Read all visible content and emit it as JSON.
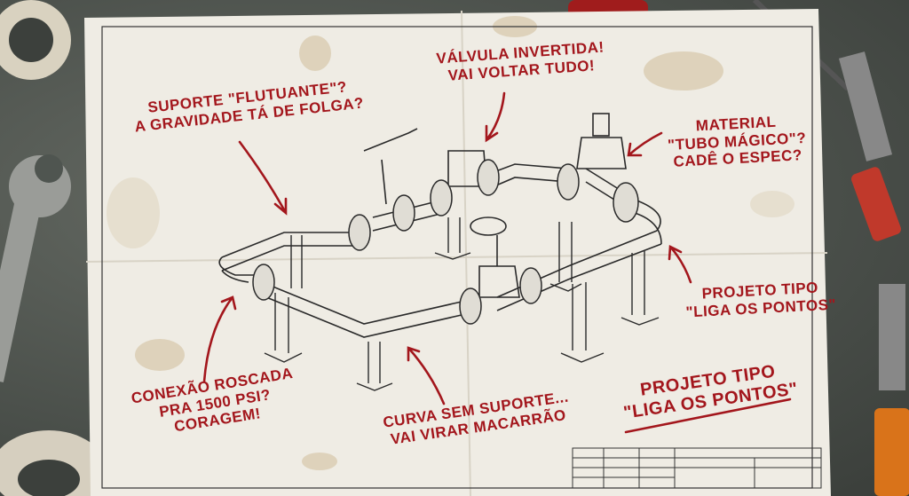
{
  "colors": {
    "ink": "#a3161c",
    "paper": "#efece4",
    "bench": "#4f5550",
    "pipe_line": "#333333"
  },
  "annotations": {
    "suporte": [
      "Suporte \"flutuante\"?",
      "A gravidade tá de folga?"
    ],
    "valvula": [
      "Válvula invertida!",
      "Vai voltar tudo!"
    ],
    "material": [
      "Material",
      "\"Tubo mágico\"?",
      "Cadê o espec?"
    ],
    "projeto_small": [
      "Projeto tipo",
      "\"Liga os pontos\""
    ],
    "projeto_big": [
      "Projeto tipo",
      "\"Liga os pontos\""
    ],
    "conexao": [
      "Conexão roscada",
      "pra 1500 PSI?",
      "Coragem!"
    ],
    "curva": [
      "Curva sem suporte...",
      "Vai virar macarrão"
    ]
  }
}
